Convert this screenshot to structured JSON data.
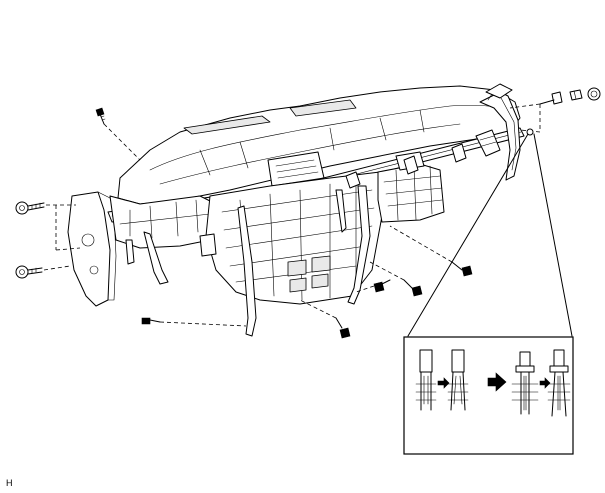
{
  "figure": {
    "corner_code": "H"
  },
  "icons": {
    "arrow_small": "filled-right-arrow",
    "arrow_large": "filled-bold-right-arrow"
  }
}
